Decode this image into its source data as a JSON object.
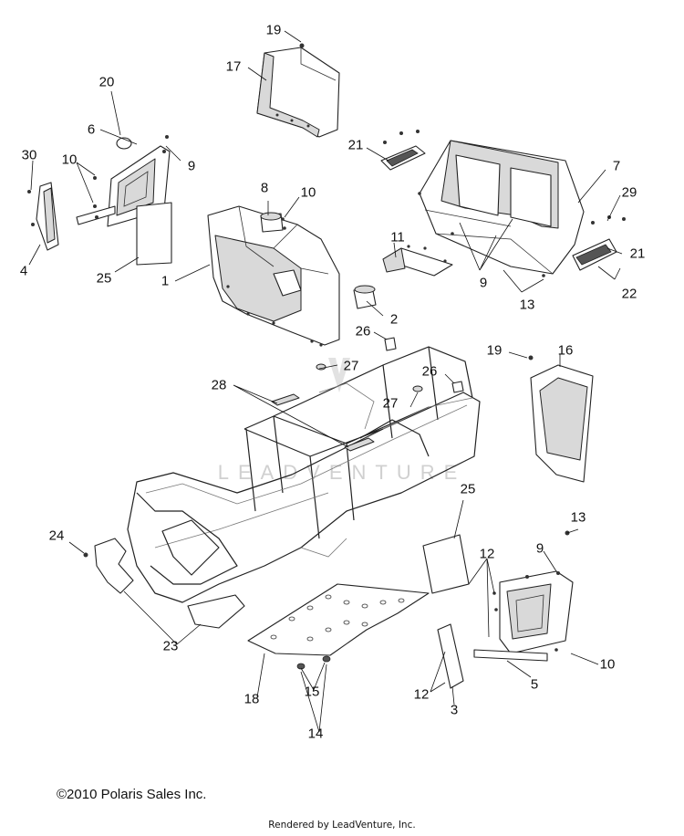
{
  "callouts": [
    "1",
    "2",
    "3",
    "4",
    "5",
    "6",
    "7",
    "8",
    "9",
    "10",
    "11",
    "12",
    "13",
    "14",
    "15",
    "16",
    "17",
    "18",
    "19",
    "20",
    "21",
    "22",
    "23",
    "24",
    "25",
    "26",
    "27",
    "28",
    "29",
    "30"
  ],
  "labels": {
    "l19a": "19",
    "l17": "17",
    "l20": "20",
    "l6": "6",
    "l9a": "9",
    "l30": "30",
    "l10a": "10",
    "l4": "4",
    "l25a": "25",
    "l8": "8",
    "l10b": "10",
    "l1": "1",
    "l21a": "21",
    "l7": "7",
    "l29": "29",
    "l21b": "21",
    "l11": "11",
    "l9b": "9",
    "l13a": "13",
    "l22": "22",
    "l2": "2",
    "l26a": "26",
    "l27a": "27",
    "l19b": "19",
    "l16": "16",
    "l26b": "26",
    "l27b": "27",
    "l28": "28",
    "l25b": "25",
    "l13b": "13",
    "l24": "24",
    "l12a": "12",
    "l9c": "9",
    "l23": "23",
    "l10c": "10",
    "l5": "5",
    "l15": "15",
    "l12b": "12",
    "l18": "18",
    "l3": "3",
    "l14": "14"
  },
  "watermark": "LEADVENTURE",
  "footer": {
    "copyright": "©2010 Polaris Sales Inc.",
    "rendered_by": "Rendered by LeadVenture, Inc."
  }
}
